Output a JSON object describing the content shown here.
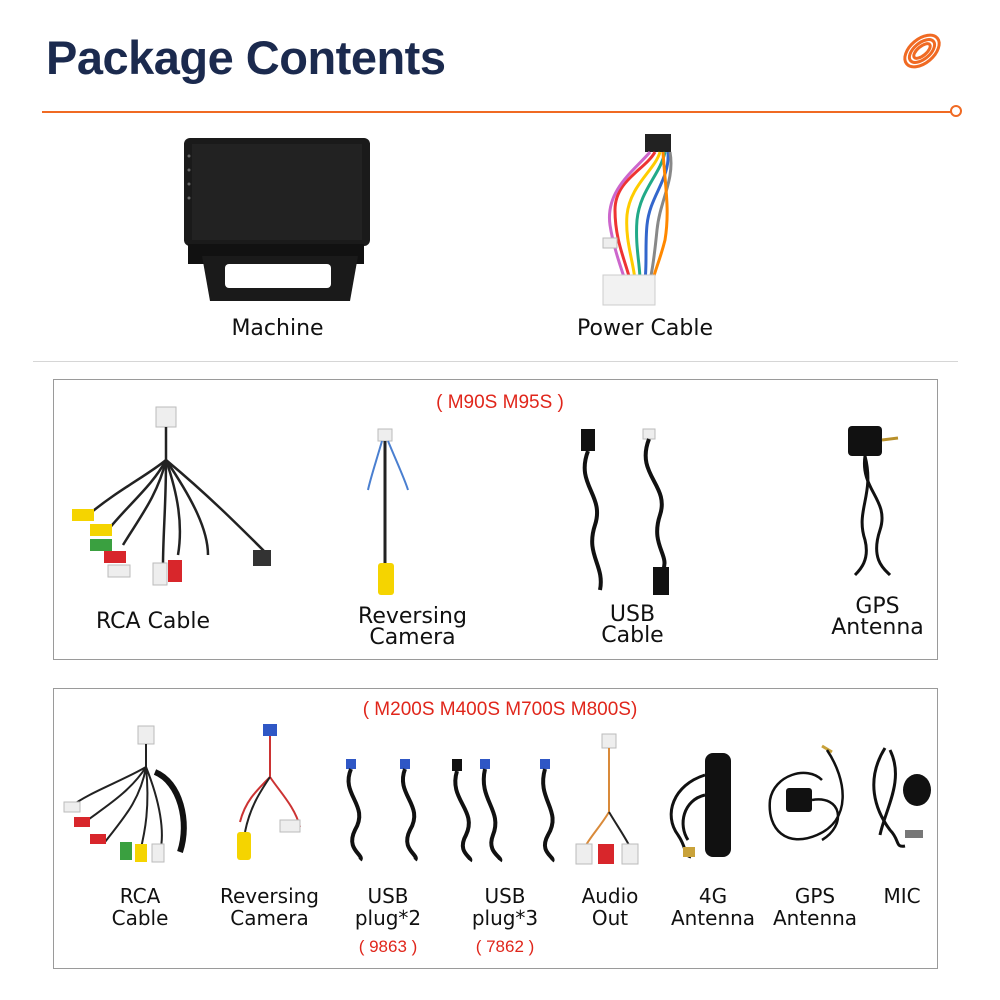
{
  "title": "Package Contents",
  "accent_color": "#f06a23",
  "title_color": "#1b2a4e",
  "variant_color": "#e0261b",
  "top": {
    "machine_label": "Machine",
    "power_cable_label": "Power Cable"
  },
  "panel1": {
    "variant": "( M90S M95S )",
    "items": [
      {
        "label_line1": "RCA Cable",
        "label_line2": ""
      },
      {
        "label_line1": "Reversing",
        "label_line2": "Camera"
      },
      {
        "label_line1": "USB",
        "label_line2": "Cable"
      },
      {
        "label_line1": "GPS",
        "label_line2": "Antenna"
      }
    ]
  },
  "panel2": {
    "variant": "( M200S M400S M700S M800S)",
    "items": [
      {
        "label_line1": "RCA",
        "label_line2": "Cable",
        "code": ""
      },
      {
        "label_line1": "Reversing",
        "label_line2": "Camera",
        "code": ""
      },
      {
        "label_line1": "USB",
        "label_line2": "plug*2",
        "code": "( 9863 )"
      },
      {
        "label_line1": "USB",
        "label_line2": "plug*3",
        "code": "( 7862 )"
      },
      {
        "label_line1": "Audio",
        "label_line2": "Out",
        "code": ""
      },
      {
        "label_line1": "4G",
        "label_line2": "Antenna",
        "code": ""
      },
      {
        "label_line1": "GPS",
        "label_line2": "Antenna",
        "code": ""
      },
      {
        "label_line1": "MIC",
        "label_line2": "",
        "code": ""
      }
    ]
  }
}
